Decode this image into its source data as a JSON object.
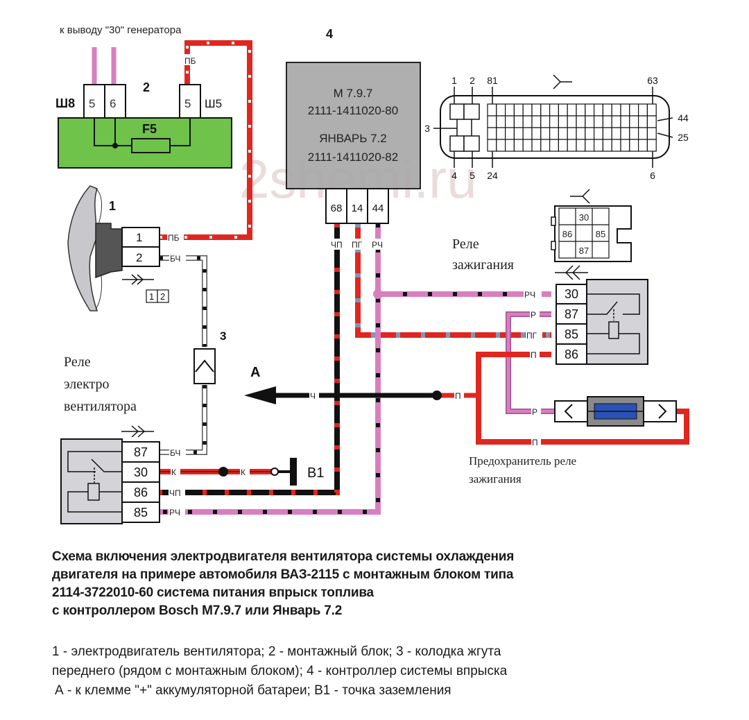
{
  "watermark": "2shemi.ru",
  "generator_label": "к выводу \"30\" генератора",
  "mounting_block": {
    "number": "2",
    "left_connector": "Ш8",
    "left_pins": [
      "5",
      "6"
    ],
    "right_connector": "Ш5",
    "right_pin": "5",
    "fuse": "F5"
  },
  "fan_motor": {
    "number": "1",
    "pins": [
      "1",
      "2"
    ],
    "pin_view_label": [
      "1",
      "2"
    ]
  },
  "harness_connector": {
    "number": "3"
  },
  "controller": {
    "number": "4",
    "line1": "М 7.9.7",
    "line2": "2111-1411020-80",
    "line3": "ЯНВАРЬ 7.2",
    "line4": "2111-1411020-82",
    "pins": [
      "68",
      "14",
      "44"
    ]
  },
  "ecu_connector": {
    "top_labels": [
      "1",
      "2",
      "81",
      "63"
    ],
    "bottom_labels": [
      "4",
      "5",
      "24",
      "6"
    ],
    "left_label": "3",
    "right_labels": [
      "44",
      "25"
    ]
  },
  "ignition_relay": {
    "title_line1": "Реле",
    "title_line2": "зажигания",
    "socket_pins": [
      "30",
      "86",
      "85",
      "87"
    ],
    "pins": [
      "30",
      "87",
      "85",
      "86"
    ]
  },
  "fan_relay": {
    "title_line1": "Реле",
    "title_line2": "электро",
    "title_line3": "вентилятора",
    "pins": [
      "87",
      "30",
      "86",
      "85"
    ]
  },
  "fuse_label_line1": "Предохранитель реле",
  "fuse_label_line2": "зажигания",
  "battery_label": "А",
  "ground_label": "В1",
  "wires": {
    "pb": "ПБ",
    "bch": "БЧ",
    "chp": "ЧП",
    "pg": "ПГ",
    "rch": "РЧ",
    "r": "Р",
    "p": "П",
    "ch": "Ч",
    "k": "К"
  },
  "colors": {
    "red": "#e0261f",
    "black": "#111111",
    "pink": "#d97fc0",
    "blue_gray": "#7f98b8",
    "green_block": "#6fc24a",
    "gray_box": "#a9a9a9",
    "relay_gray": "#d3d3d8",
    "fuse_blue": "#2a52b5"
  },
  "caption": {
    "line1": "Схема включения электродвигателя вентилятора системы охлаждения",
    "line2": "двигателя на примере автомобиля ВАЗ-2115 с монтажным блоком типа",
    "line3": "2114-3722010-60 система питания впрыск топлива",
    "line4": "с контроллером Bosch M7.9.7 или Январь 7.2"
  },
  "legend": {
    "line1": "1 - электродвигатель вентилятора; 2 - монтажный блок; 3 - колодка жгута",
    "line2": "переднего (рядом с монтажным блоком); 4 - контроллер системы впрыска",
    "line3": "А - к клемме \"+\" аккумуляторной батареи; В1 - точка заземления"
  }
}
